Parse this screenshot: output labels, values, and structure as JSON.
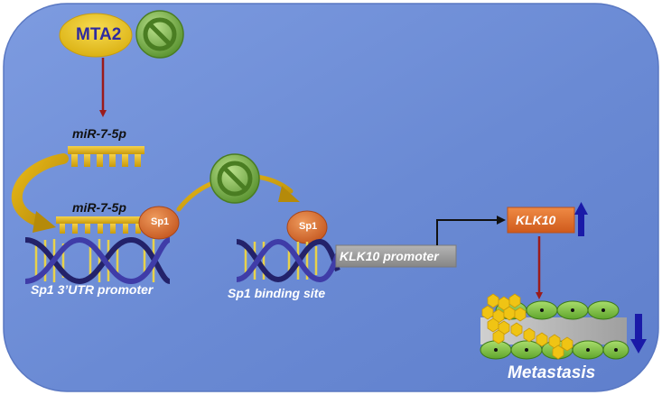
{
  "nodes": {
    "mta2": "MTA2",
    "mirna_top": "miR-7-5p",
    "mirna_bound": "miR-7-5p",
    "sp1_left": "Sp1",
    "sp1_right": "Sp1",
    "sp1_utr_label": "Sp1  3’UTR promoter",
    "sp1_binding_label": "Sp1 binding site",
    "klk10_promoter": "KLK10 promoter",
    "klk10": "KLK10",
    "metastasis": "Metastasis"
  },
  "icons": [
    "inhibit-icon-mta2",
    "inhibit-icon-sp1",
    "up-arrow-icon",
    "down-arrow-icon"
  ],
  "colors": {
    "background": "#6f8fd6",
    "mta2_fill": "#e8c21a",
    "mta2_text": "#2e2aa0",
    "inhibit_green": "#6fa83a",
    "arrow_red": "#9b1b1b",
    "sp1_fill": "#d0642a",
    "mirna_gold": "#e0b21c",
    "klk10_box": "#dd6a28",
    "promoter_box": "#9a9a9a",
    "indicator_blue": "#1a1aa8"
  }
}
